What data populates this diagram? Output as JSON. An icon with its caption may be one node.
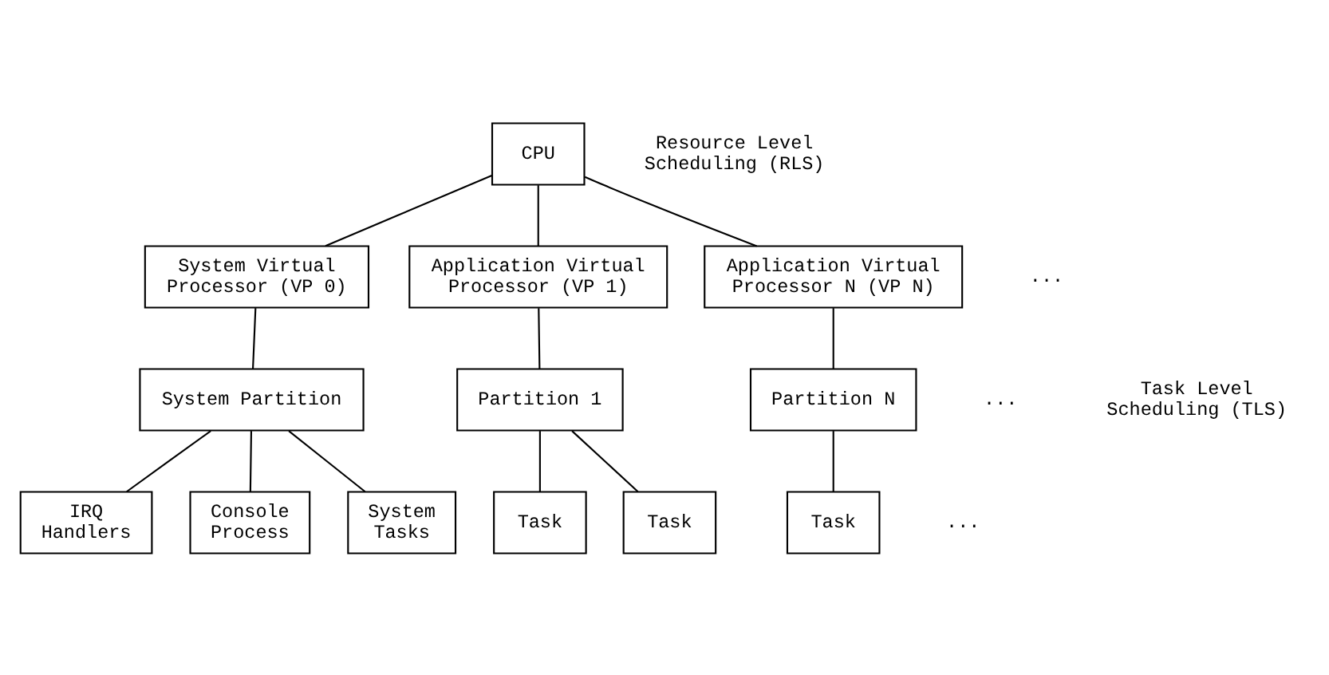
{
  "diagram": {
    "nodes": [
      {
        "text": [
          "CPU"
        ]
      },
      {
        "text": [
          "System Virtual Processor (VP 0)"
        ]
      },
      {
        "text": [
          "Application Virtual Processor (VP 1)"
        ]
      },
      {
        "text": [
          "Application Virtual Processor N (VP N)"
        ]
      },
      {
        "text": [
          "System Partition"
        ]
      },
      {
        "text": [
          "Partition 1"
        ]
      },
      {
        "text": [
          "Partition N"
        ]
      },
      {
        "text": [
          "IRQ Handlers"
        ]
      },
      {
        "text": [
          "Console Process"
        ]
      },
      {
        "text": [
          "System Tasks"
        ]
      },
      {
        "text": [
          "Task"
        ]
      },
      {
        "text": [
          "Task"
        ]
      },
      {
        "text": [
          "Task"
        ]
      }
    ],
    "edges": [
      {
        "from": 0,
        "to": 1,
        "arrow": "none"
      },
      {
        "from": 0,
        "to": 2,
        "arrow": "none"
      },
      {
        "from": 0,
        "to": 3,
        "arrow": "none"
      },
      {
        "from": 1,
        "to": 4,
        "arrow": "none"
      },
      {
        "from": 2,
        "to": 5,
        "arrow": "none"
      },
      {
        "from": 3,
        "to": 6,
        "arrow": "none"
      },
      {
        "from": 4,
        "to": 7,
        "arrow": "none"
      },
      {
        "from": 4,
        "to": 8,
        "arrow": "none"
      },
      {
        "from": 4,
        "to": 9,
        "arrow": "none"
      },
      {
        "from": 5,
        "to": 10,
        "arrow": "none"
      },
      {
        "from": 5,
        "to": 11,
        "arrow": "none"
      },
      {
        "from": 6,
        "to": 12,
        "arrow": "none"
      }
    ],
    "labels": [
      "Resource Level Scheduling (RLS)",
      "...",
      "...",
      "Task Level Scheduling (TLS)",
      "..."
    ]
  }
}
